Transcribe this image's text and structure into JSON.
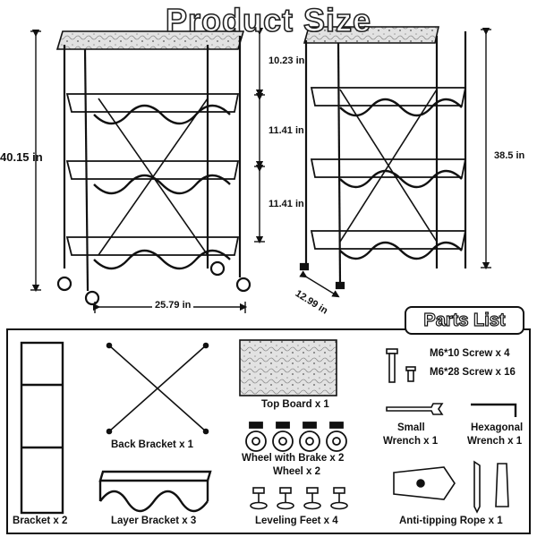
{
  "title": "Product Size",
  "dimensions": {
    "total_height": "40.15 in",
    "top_gap": "10.23 in",
    "mid_gap_1": "11.41 in",
    "mid_gap_2": "11.41 in",
    "width": "25.79 in",
    "depth": "12.99 in",
    "side_height": "38.5 in"
  },
  "parts_list_title": "Parts List",
  "parts": {
    "bracket": "Bracket x 2",
    "back_bracket": "Back Bracket x 1",
    "layer_bracket": "Layer Bracket x 3",
    "top_board": "Top Board x 1",
    "wheel_brake": "Wheel with Brake x 2",
    "wheel": "Wheel x 2",
    "leveling_feet": "Leveling Feet x 4",
    "screw_m6_10": "M6*10 Screw x 4",
    "screw_m6_28": "M6*28 Screw x 16",
    "small_wrench_1": "Small",
    "small_wrench_2": "Wrench x 1",
    "hex_wrench_1": "Hexagonal",
    "hex_wrench_2": "Wrench x 1",
    "anti_tipping": "Anti-tipping Rope  x 1"
  },
  "colors": {
    "ink": "#111111",
    "board": "#d9d9d9"
  }
}
